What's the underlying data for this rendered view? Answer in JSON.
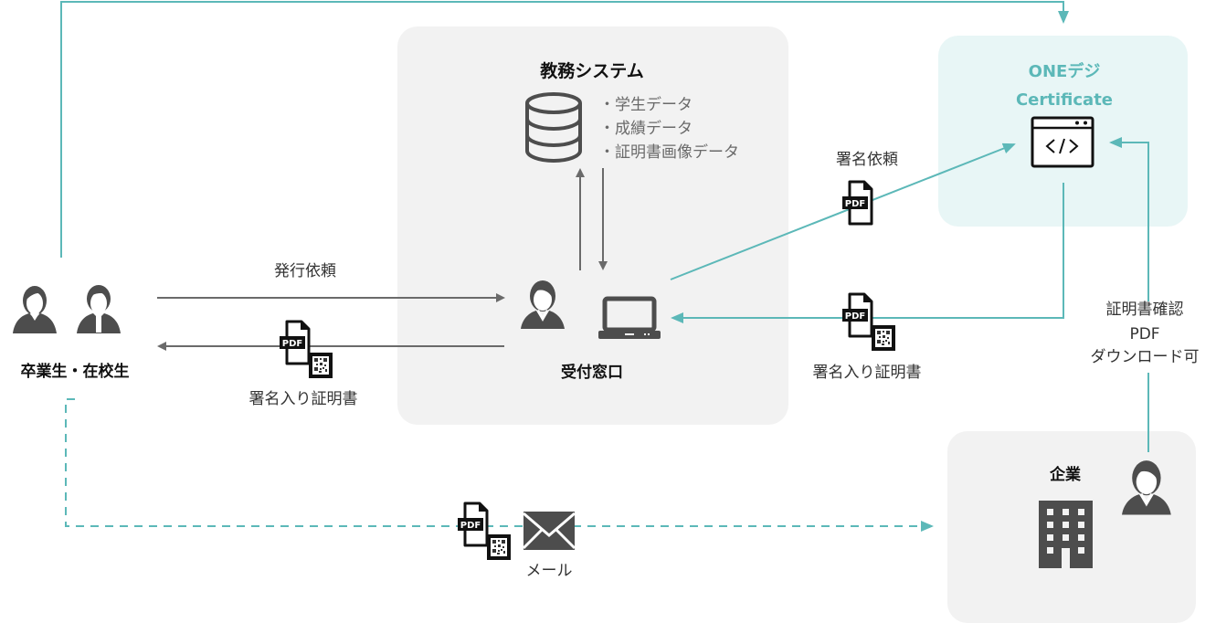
{
  "colors": {
    "teal": "#5cb8b8",
    "gray_arrow": "#6a6a6a",
    "icon_dark": "#4d4d4d",
    "panel_gray": "#f2f2f2",
    "panel_teal": "#e8f6f6"
  },
  "students": {
    "label": "卒業生・在校生",
    "icon": "students-icon"
  },
  "academic_system": {
    "title": "教務システム",
    "icon": "database-icon",
    "data_items": [
      "・学生データ",
      "・成績データ",
      "・証明書画像データ"
    ]
  },
  "reception": {
    "label": "受付窓口",
    "icons": [
      "staff-person-icon",
      "laptop-icon"
    ]
  },
  "onedeji": {
    "title_line1": "ONEデジ",
    "title_line2": "Certificate",
    "icon": "code-window-icon"
  },
  "company": {
    "label": "企業",
    "icons": [
      "building-icon",
      "person-icon"
    ]
  },
  "flows": {
    "issue_request": "発行依頼",
    "signed_cert_to_student": "署名入り証明書",
    "sign_request": "署名依頼",
    "signed_cert_from_onedeji": "署名入り証明書",
    "verify_line1": "証明書確認",
    "verify_line2": "PDF",
    "verify_line3": "ダウンロード可",
    "mail": "メール"
  },
  "badges": {
    "pdf": "PDF"
  }
}
